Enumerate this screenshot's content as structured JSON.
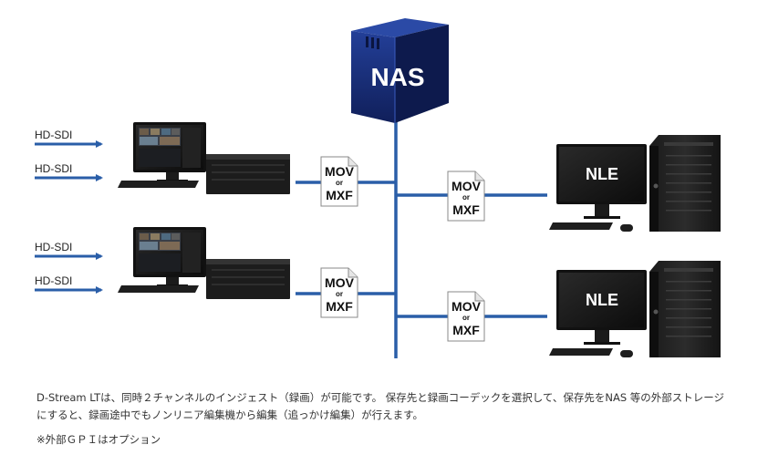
{
  "inputs": [
    "HD-SDI",
    "HD-SDI",
    "HD-SDI",
    "HD-SDI"
  ],
  "storage": {
    "label": "NAS"
  },
  "editors": [
    "NLE",
    "NLE"
  ],
  "file_badge": {
    "top": "MOV",
    "mid": "or",
    "bottom": "MXF"
  },
  "caption": "D-Stream LTは、同時２チャンネルのインジェスト（録画）が可能です。 保存先と録画コーデックを選択して、保存先をNAS 等の外部ストレージにすると、録画途中でもノンリニア編集機から編集（追っかけ編集）が行えます。",
  "note": "※外部ＧＰＩはオプション",
  "colors": {
    "line": "#2a5ea8",
    "nas_front": "#162a72",
    "nas_side": "#0d1a4d",
    "nas_top": "#2b4aa6"
  },
  "icons": [
    "arrow-right-icon",
    "recorder-workstation-icon",
    "nas-server-icon",
    "file-document-icon",
    "nle-workstation-icon"
  ]
}
